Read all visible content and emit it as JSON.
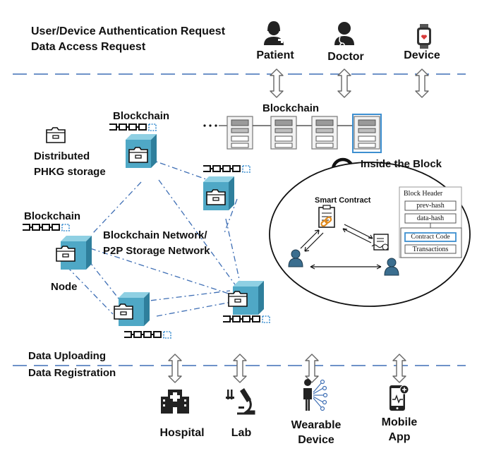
{
  "requests": {
    "line1": "User/Device Authentication Request",
    "line2": "Data Access Request"
  },
  "top_actors": [
    {
      "label": "Patient",
      "icon": "patient-icon"
    },
    {
      "label": "Doctor",
      "icon": "doctor-icon"
    },
    {
      "label": "Device",
      "icon": "smartwatch-icon"
    }
  ],
  "blockchain_top_label": "Blockchain",
  "inside_block_label": "Inside the Block",
  "smart_contract_label": "Smart Contract",
  "block_header": {
    "title": "Block Header",
    "fields": [
      "prev-hash",
      "data-hash"
    ],
    "body_fields": [
      "Contract Code",
      "Transactions"
    ]
  },
  "node_labels": {
    "blockchain_a": "Blockchain",
    "blockchain_b": "Blockchain",
    "storage_line1": "Distributed",
    "storage_line2": "PHKG storage",
    "network_line1": "Blockchain Network/",
    "network_line2": "P2P Storage Network",
    "node": "Node"
  },
  "uploads": {
    "line1": "Data Uploading",
    "line2": "Data Registration"
  },
  "bottom_sources": [
    {
      "label_lines": [
        "Hospital"
      ],
      "icon": "hospital-icon"
    },
    {
      "label_lines": [
        "Lab"
      ],
      "icon": "microscope-icon"
    },
    {
      "label_lines": [
        "Wearable",
        "Device"
      ],
      "icon": "wearable-person-icon"
    },
    {
      "label_lines": [
        "Mobile",
        "App"
      ],
      "icon": "mobile-app-icon"
    }
  ],
  "colors": {
    "dash_line": "#3f6fb5",
    "node_front": "#4fa8c6",
    "node_side": "#2f7f9c",
    "node_top": "#8fd0e3",
    "person": "#3b6e8f",
    "arrow": "#555555"
  }
}
